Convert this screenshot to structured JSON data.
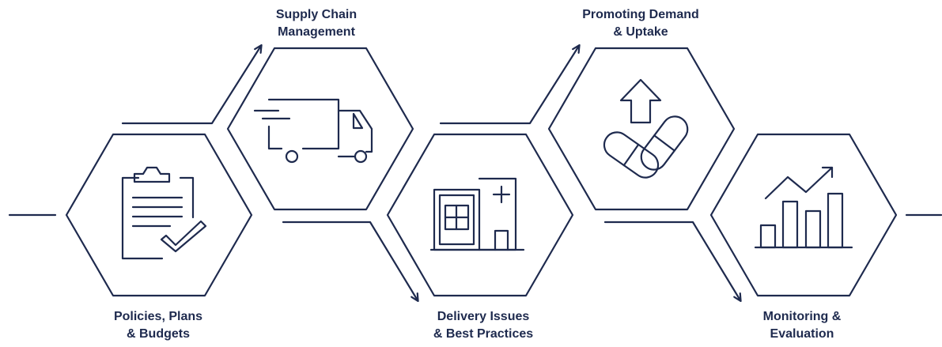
{
  "colors": {
    "stroke": "#1e2a4e",
    "background": "#ffffff"
  },
  "steps": [
    {
      "icon": "clipboard-check-icon",
      "lines": [
        "Policies, Plans",
        "& Budgets"
      ]
    },
    {
      "icon": "delivery-truck-icon",
      "lines": [
        "Supply Chain",
        "Management"
      ]
    },
    {
      "icon": "hospital-building-icon",
      "lines": [
        "Delivery Issues",
        "& Best Practices"
      ]
    },
    {
      "icon": "pills-arrow-up-icon",
      "lines": [
        "Promoting Demand",
        "& Uptake"
      ]
    },
    {
      "icon": "bar-chart-trend-icon",
      "lines": [
        "Monitoring &",
        "Evaluation"
      ]
    }
  ]
}
